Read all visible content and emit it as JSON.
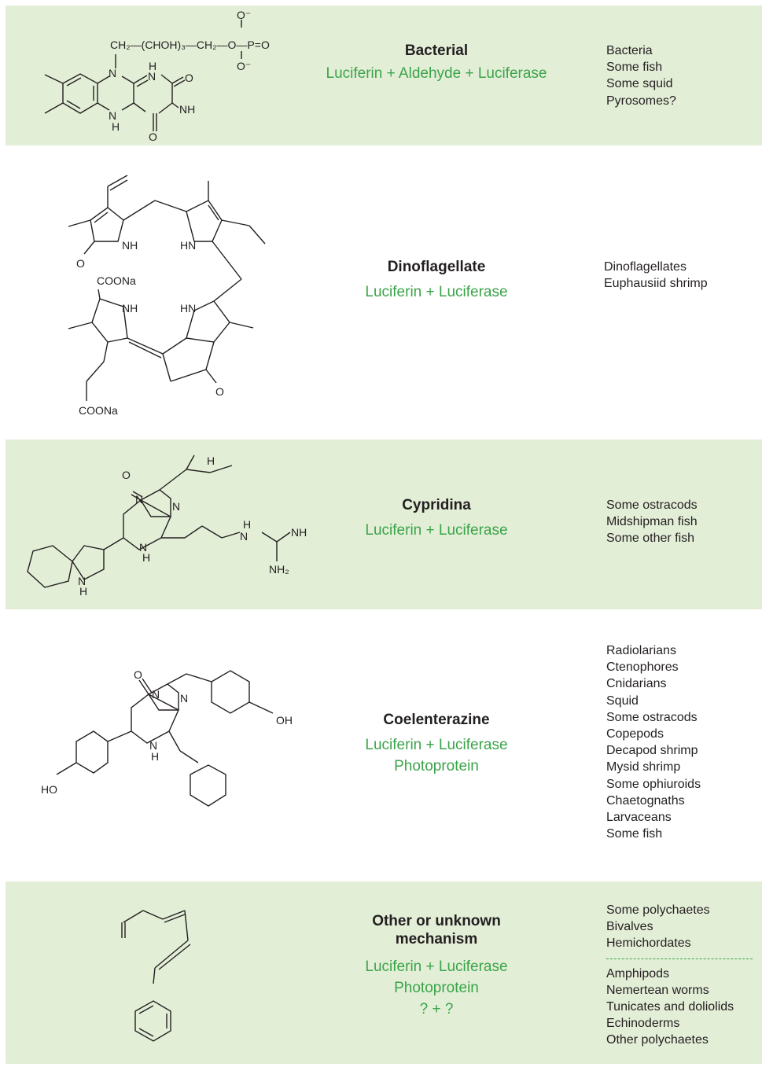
{
  "rows": [
    {
      "name": "Bacterial",
      "reactions": [
        "Luciferin + Aldehyde + Luciferase"
      ],
      "organisms": [
        "Bacteria",
        "Some fish",
        "Some squid",
        "Pyrosomes?"
      ],
      "organisms_extra": [],
      "structure_labels": [
        "CH2—(CHOH)3—CH2—O—P=O",
        "O⁻",
        "O⁻",
        "N",
        "N",
        "H",
        "N",
        "O",
        "NH",
        "H",
        "N",
        "O"
      ],
      "shaded": true
    },
    {
      "name": "Dinoflagellate",
      "reactions": [
        "Luciferin + Luciferase"
      ],
      "organisms": [
        "Dinoflagellates",
        "Euphausiid shrimp"
      ],
      "organisms_extra": [],
      "structure_labels": [
        "O",
        "NH",
        "HN",
        "COONa",
        "NH",
        "HN",
        "O",
        "COONa"
      ],
      "shaded": false
    },
    {
      "name": "Cypridina",
      "reactions": [
        "Luciferin + Luciferase"
      ],
      "organisms": [
        "Some ostracods",
        "Midshipman fish",
        "Some other fish"
      ],
      "organisms_extra": [],
      "structure_labels": [
        "O",
        "H",
        "N",
        "N",
        "N",
        "H",
        "H",
        "N",
        "NH",
        "NH2",
        "N",
        "H"
      ],
      "shaded": true
    },
    {
      "name": "Coelenterazine",
      "reactions": [
        "Luciferin + Luciferase",
        "Photoprotein"
      ],
      "organisms": [
        "Radiolarians",
        "Ctenophores",
        "Cnidarians",
        "Squid",
        "Some ostracods",
        "Copepods",
        "Decapod shrimp",
        "Mysid shrimp",
        "Some ophiuroids",
        "Chaetognaths",
        "Larvaceans",
        "Some fish"
      ],
      "organisms_extra": [],
      "structure_labels": [
        "O",
        "N",
        "N",
        "N",
        "H",
        "OH",
        "HO"
      ],
      "shaded": false
    },
    {
      "name": "Other or unknown mechanism",
      "reactions": [
        "Luciferin + Luciferase",
        "Photoprotein",
        "? + ?"
      ],
      "organisms": [
        "Some polychaetes",
        "Bivalves",
        "Hemichordates"
      ],
      "organisms_extra": [
        "Amphipods",
        "Nemertean worms",
        "Tunicates and doliolids",
        "Echinoderms",
        "Other polychaetes"
      ],
      "structure_labels": [],
      "shaded": true
    }
  ],
  "colors": {
    "shade": "#e3eed7",
    "accent": "#3aa449",
    "text": "#231f20"
  }
}
